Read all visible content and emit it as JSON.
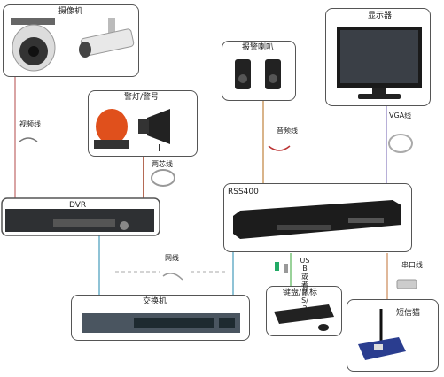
{
  "nodes": {
    "camera": "摄像机",
    "alarm_light": "警灯/警号",
    "alarm_speaker": "报警喇叭",
    "monitor": "显示器",
    "dvr": "DVR",
    "rss": "RSS400",
    "switch": "交换机",
    "keyboard_mouse": "键盘/鼠标",
    "sms_cat": "短信猫"
  },
  "links": {
    "video_cable": "视频线",
    "two_core_cable": "两芯线",
    "audio_cable": "音频线",
    "vga_cable": "VGA线",
    "network_cable": "网线",
    "usb_ps2": "USB或者PS/2",
    "serial_cable": "串口线"
  },
  "colors": {
    "video_line": "#d9a4a4",
    "alarm_line": "#b56a55",
    "audio_line": "#d9b48a",
    "vga_line": "#b8b0d8",
    "network_line": "#8fc3d6",
    "usb_line": "#9ad29a",
    "serial_line": "#e0b89a"
  }
}
